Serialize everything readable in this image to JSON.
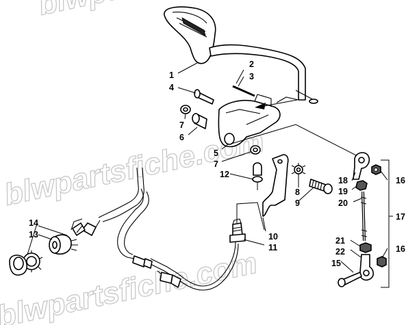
{
  "watermarks": [
    "blwpartsfiche.com",
    "blwpartsfiche.com",
    "blwpartsfiche.com"
  ],
  "callouts": {
    "c1": "1",
    "c2": "2",
    "c3": "3",
    "c4": "4",
    "c5": "5",
    "c6": "6",
    "c7a": "7",
    "c7b": "7",
    "c8": "8",
    "c9": "9",
    "c10": "10",
    "c11": "11",
    "c12": "12",
    "c13": "13",
    "c14": "14",
    "c15": "15",
    "c16a": "16",
    "c16b": "16",
    "c17": "17",
    "c18": "18",
    "c19": "19",
    "c20": "20",
    "c21": "21",
    "c22": "22"
  }
}
